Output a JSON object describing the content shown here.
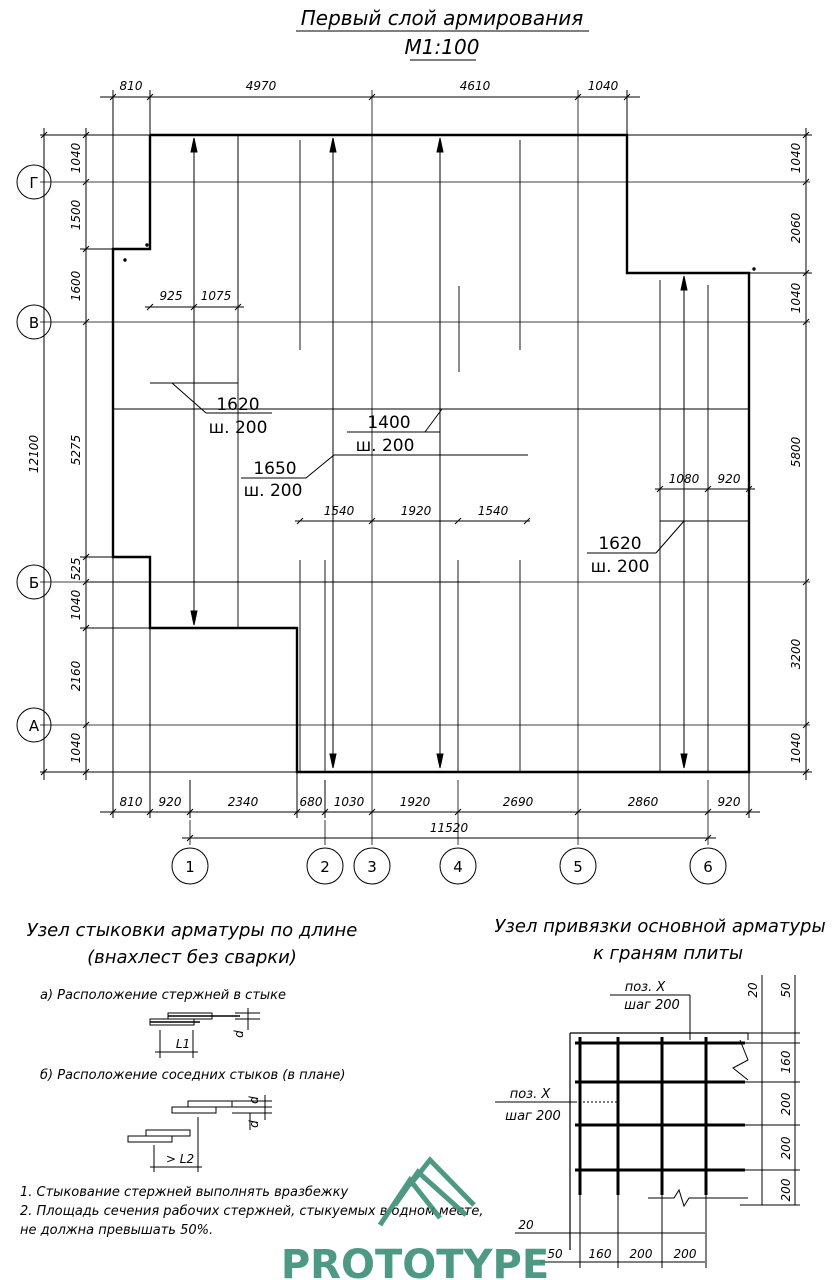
{
  "title": {
    "line1": "Первый слой армирования",
    "line2": "М1:100"
  },
  "top_dims": [
    "810",
    "4970",
    "4610",
    "1040"
  ],
  "bottom_dims": [
    "810",
    "920",
    "2340",
    "680",
    "1030",
    "1920",
    "2690",
    "2860",
    "920"
  ],
  "overall_bottom": "11520",
  "left_dims": [
    "1040",
    "1500",
    "1600",
    "5275",
    "525",
    "1040",
    "2160",
    "1040"
  ],
  "left_total": "12100",
  "right_dims": [
    "1040",
    "2060",
    "1040",
    "5800",
    "3200",
    "1040"
  ],
  "axes_cols": [
    "1",
    "2",
    "3",
    "4",
    "5",
    "6"
  ],
  "axes_rows": [
    "Г",
    "В",
    "Б",
    "А"
  ],
  "inner_dims": {
    "a1": "925",
    "a2": "1075",
    "b1": "1540",
    "b2": "1920",
    "b3": "1540",
    "c1": "1080",
    "c2": "920"
  },
  "callouts": [
    {
      "len": "1620",
      "step": "ш. 200"
    },
    {
      "len": "1400",
      "step": "ш. 200"
    },
    {
      "len": "1650",
      "step": "ш. 200"
    },
    {
      "len": "1620",
      "step": "ш. 200"
    }
  ],
  "splice": {
    "title1": "Узел стыковки арматуры по длине",
    "title2": "(внахлест без сварки)",
    "a": "а) Расположение стержней в стыке",
    "b": "б) Расположение соседних стыков (в плане)",
    "L1": "L1",
    "L2": "> L2",
    "d": "d",
    "note1": "1. Стыкование стержней выполнять вразбежку",
    "note2": "2. Площадь сечения рабочих стержней, стыкуемых в одном месте,",
    "note3": "не должна превышать 50%."
  },
  "anchor": {
    "title1": "Узел привязки основной арматуры",
    "title2": "к граням  плиты",
    "pos1": "поз. Х",
    "step1": "шаг 200",
    "pos2": "поз. Х",
    "step2": "шаг 200",
    "right_dims": [
      "20",
      "50",
      "160",
      "200",
      "200",
      "200"
    ],
    "bottom_dims": [
      "50",
      "160",
      "200",
      "200"
    ],
    "left_dim": "20"
  },
  "logo": "PRОTOTYPE"
}
